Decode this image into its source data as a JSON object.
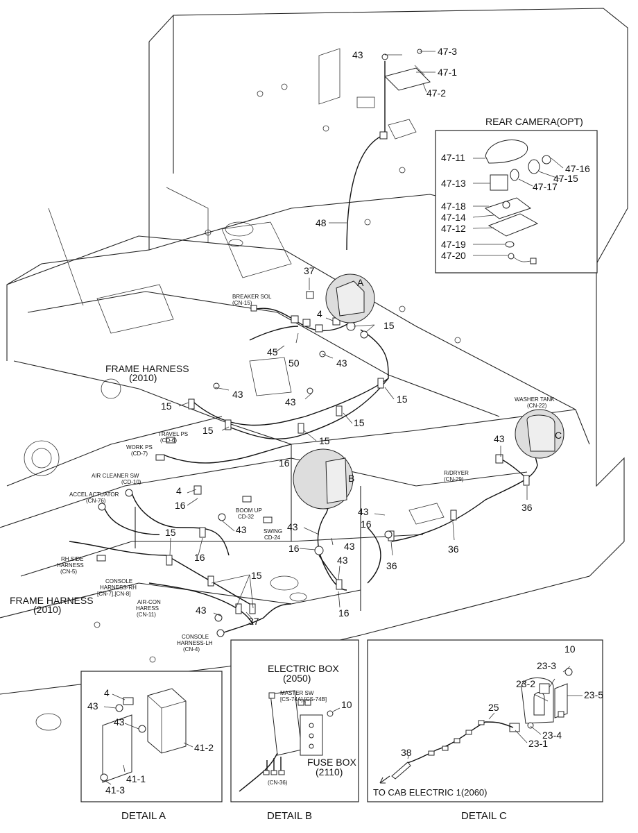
{
  "callouts": {
    "c43a": "43",
    "c47_3": "47-3",
    "c47_1": "47-1",
    "c47_2": "47-2",
    "c48": "48",
    "c37a": "37",
    "c4a": "4",
    "c15a": "15",
    "c45": "45",
    "c50": "50",
    "c43b": "43",
    "c43c": "43",
    "c15b": "15",
    "c15c": "15",
    "c43d": "43",
    "c15d": "15",
    "c15e": "15",
    "c15f": "15",
    "c16a": "16",
    "c4b": "4",
    "c16b": "16",
    "c43e": "43",
    "c15g": "15",
    "c16c": "16",
    "c15h": "15",
    "c43f": "43",
    "c37b": "37",
    "c43g": "43",
    "c16d": "16",
    "c43h": "43",
    "c16e": "16",
    "c36a": "36",
    "c43i": "43",
    "c16f": "16",
    "c36b": "36",
    "c43j": "43",
    "c36c": "36"
  },
  "harness_labels": {
    "frame1": "FRAME HARNESS",
    "frame1_code": "(2010)",
    "frame2": "FRAME HARNESS",
    "frame2_code": "(2010)",
    "breaker": "BREAKER SOL",
    "breaker_code": "(CN-15)",
    "travel": "TRAVEL PS",
    "travel_code": "(CD-6)",
    "work": "WORK PS",
    "work_code": "(CD-7)",
    "aircleaner": "AIR CLEANER SW",
    "aircleaner_code": "(CD-10)",
    "accel": "ACCEL ACTUATOR",
    "accel_code": "(CN-76)",
    "rhside": "RH SIDE",
    "rhside2": "HARNESS",
    "rhside_code": "(CN-5)",
    "consolerh": "CONSOLE",
    "consolerh2": "HARNESS-RH",
    "consolerh_code": "[CN-7],[CN-8]",
    "aircon": "AIR-CON",
    "aircon2": "HARESS",
    "aircon_code": "(CN-11)",
    "consolelh": "CONSOLE",
    "consolelh2": "HARNESS-LH",
    "consolelh_code": "(CN-4)",
    "boomup": "BOOM UP",
    "boomup_code": "CD-32",
    "swing": "SWING",
    "swing_code": "CD-24",
    "rdryer": "R/DRYER",
    "rdryer_code": "(CN-29)",
    "washer": "WASHER TANK",
    "washer_code": "(CN-22)"
  },
  "bubbles": {
    "a": "A",
    "b": "B",
    "c": "C"
  },
  "rear_camera": {
    "title": "REAR CAMERA(OPT)",
    "p47_11": "47-11",
    "p47_16": "47-16",
    "p47_15": "47-15",
    "p47_13": "47-13",
    "p47_17": "47-17",
    "p47_18": "47-18",
    "p47_14": "47-14",
    "p47_12": "47-12",
    "p47_19": "47-19",
    "p47_20": "47-20"
  },
  "detail_a": {
    "caption": "DETAIL A",
    "p4": "4",
    "p43a": "43",
    "p43b": "43",
    "p41_2": "41-2",
    "p41_1": "41-1",
    "p41_3": "41-3"
  },
  "detail_b": {
    "caption": "DETAIL B",
    "electric_box": "ELECTRIC BOX",
    "electric_box_code": "(2050)",
    "master_sw": "MASTER SW",
    "master_sw_code": "[CS-74A],[CS-74B]",
    "p10": "10",
    "fuse_box": "FUSE BOX",
    "fuse_box_code": "(2110)",
    "cn36": "(CN-36)"
  },
  "detail_c": {
    "caption": "DETAIL C",
    "p10": "10",
    "p23_3": "23-3",
    "p23_2": "23-2",
    "p23_5": "23-5",
    "p25": "25",
    "p23_4": "23-4",
    "p23_1": "23-1",
    "p38": "38",
    "to_cab": "TO CAB ELECTRIC 1(2060)"
  }
}
